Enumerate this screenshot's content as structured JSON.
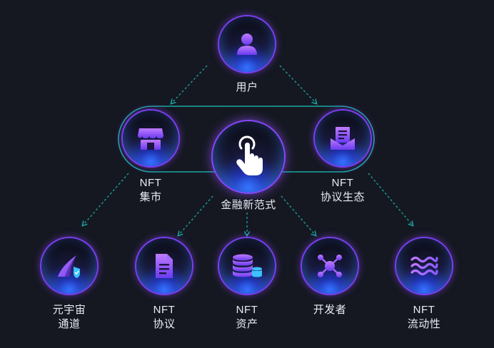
{
  "diagram": {
    "colors": {
      "connector": "#1aa7a3",
      "ring": "#8a46ff",
      "glow": "#2f6dff"
    },
    "nodes": {
      "user": {
        "lines": [
          "用户"
        ],
        "icon": "user-icon"
      },
      "market": {
        "lines": [
          "NFT",
          "集市"
        ],
        "icon": "shop-icon"
      },
      "center": {
        "lines": [
          "金融新范式"
        ],
        "icon": "tap-hand-icon"
      },
      "protocol_eco": {
        "lines": [
          "NFT",
          "协议生态"
        ],
        "icon": "document-tray-icon"
      },
      "metaverse": {
        "lines": [
          "元宇宙",
          "通道"
        ],
        "icon": "road-shield-icon"
      },
      "protocol": {
        "lines": [
          "NFT",
          "协议"
        ],
        "icon": "file-icon"
      },
      "assets": {
        "lines": [
          "NFT",
          "资产"
        ],
        "icon": "coin-stack-icon"
      },
      "developers": {
        "lines": [
          "开发者"
        ],
        "icon": "network-icon"
      },
      "liquidity": {
        "lines": [
          "NFT",
          "流动性"
        ],
        "icon": "waves-icon"
      }
    }
  }
}
